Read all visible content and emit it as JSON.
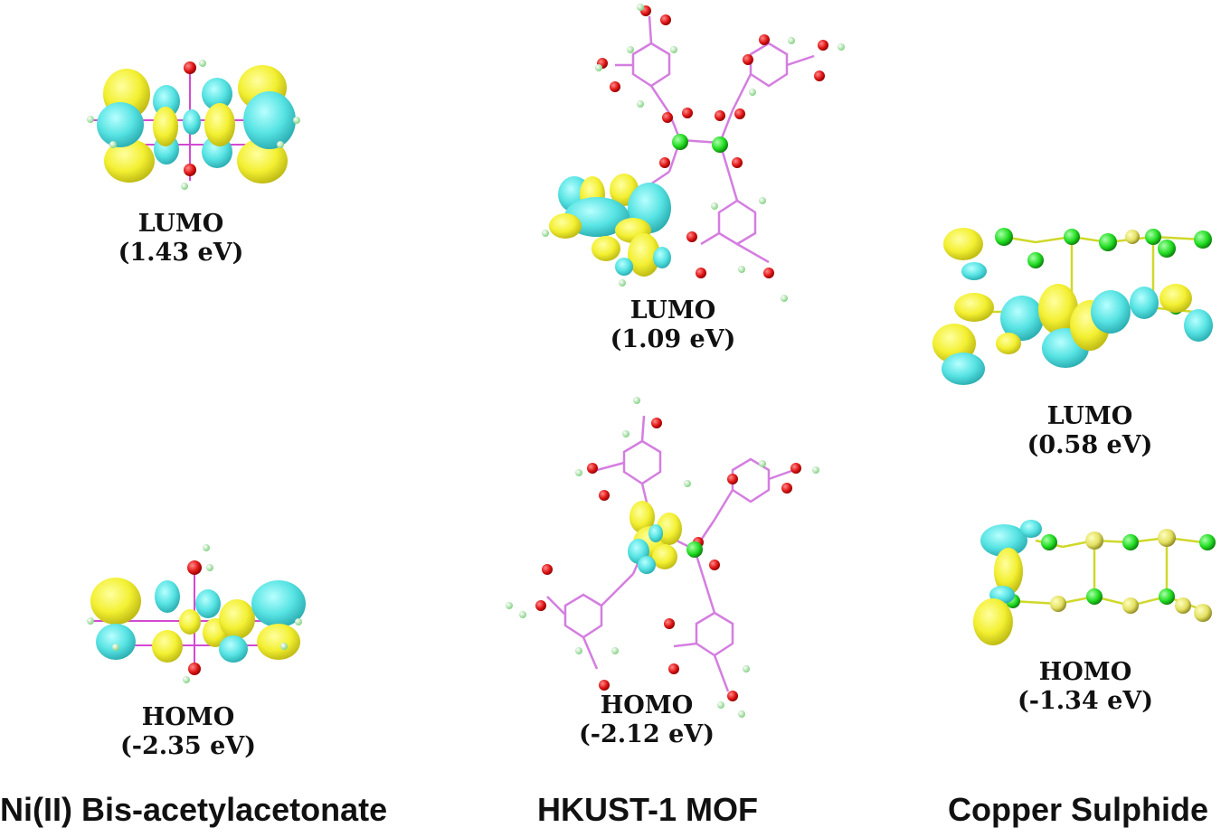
{
  "colors": {
    "lobe_yellow": "#f3f032",
    "lobe_cyan": "#57e3e3",
    "oxygen": "#e01515",
    "hydrogen": "#b8f2b8",
    "carbon_mof": "#dd77e8",
    "copper": "#22dd22",
    "sulfur": "#e3e060"
  },
  "panels": [
    {
      "id": "ni-acac",
      "caption": "Ni(II) Bis-acetylacetonate",
      "lumo": {
        "label": "LUMO",
        "energy": "(1.43 eV)"
      },
      "homo": {
        "label": "HOMO",
        "energy": "(-2.35 eV)"
      }
    },
    {
      "id": "hkust-1",
      "caption": "HKUST-1 MOF",
      "lumo": {
        "label": "LUMO",
        "energy": "(1.09 eV)"
      },
      "homo": {
        "label": "HOMO",
        "energy": "(-2.12 eV)"
      }
    },
    {
      "id": "copper-sulphide",
      "caption": "Copper Sulphide",
      "lumo": {
        "label": "LUMO",
        "energy": "(0.58 eV)"
      },
      "homo": {
        "label": "HOMO",
        "energy": "(-1.34 eV)"
      }
    }
  ]
}
